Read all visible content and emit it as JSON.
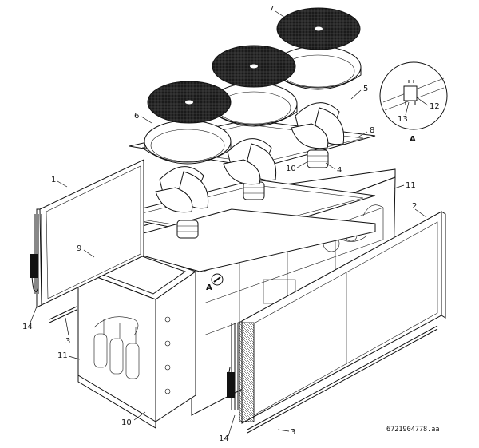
{
  "callouts": {
    "c1": "1",
    "c2": "2",
    "c3a": "3",
    "c3b": "3",
    "c4": "4",
    "c5": "5",
    "c6": "6",
    "c7": "7",
    "c8": "8",
    "c9": "9",
    "c10a": "10",
    "c10b": "10",
    "c11a": "11",
    "c11b": "11",
    "c12": "12",
    "c13": "13",
    "c14a": "14",
    "c14b": "14",
    "detailA": "A",
    "detailA2": "A"
  },
  "document_id": "6721904778.aa"
}
